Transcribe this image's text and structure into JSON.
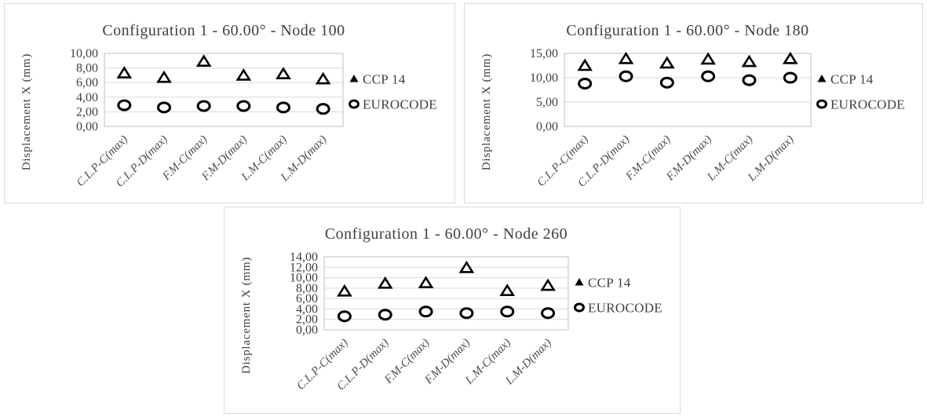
{
  "colors": {
    "marker": "#000000",
    "marker_fill": "#ffffff",
    "text": "#404040",
    "gridline": "#d9d9d9",
    "plot_border": "#bfbfbf",
    "panel_border": "#d9d9d9",
    "background": "#ffffff"
  },
  "chart_data": [
    {
      "type": "scatter",
      "title": "Configuration 1 - 60.00° - Node 100",
      "xlabel": "",
      "ylabel": "Displacement X (mm)",
      "categories": [
        "C.L.P-C(max)",
        "C.L.P-D(max)",
        "F.M-C(max)",
        "F.M-D(max)",
        "L.M-C(max)",
        "L.M-D(max)"
      ],
      "series": [
        {
          "name": "CCP 14",
          "marker": "triangle",
          "values": [
            7.3,
            6.7,
            8.9,
            7.0,
            7.2,
            6.5
          ]
        },
        {
          "name": "EUROCODE",
          "marker": "circle",
          "values": [
            2.9,
            2.6,
            2.8,
            2.8,
            2.6,
            2.4
          ]
        }
      ],
      "ylim": [
        0,
        10
      ],
      "ytick_step": 2,
      "ytick_labels": [
        "0,00",
        "2,00",
        "4,00",
        "6,00",
        "8,00",
        "10,00"
      ],
      "grid": true,
      "legend_position": "right"
    },
    {
      "type": "scatter",
      "title": "Configuration 1 - 60.00° - Node 180",
      "xlabel": "",
      "ylabel": "Displacement X (mm)",
      "categories": [
        "C.L.P-C(max)",
        "C.L.P-D(max)",
        "F.M-C(max)",
        "F.M-D(max)",
        "L.M-C(max)",
        "L.M-D(max)"
      ],
      "series": [
        {
          "name": "CCP 14",
          "marker": "triangle",
          "values": [
            12.5,
            13.9,
            13.0,
            13.8,
            13.3,
            13.9
          ]
        },
        {
          "name": "EUROCODE",
          "marker": "circle",
          "values": [
            8.8,
            10.3,
            9.0,
            10.3,
            9.5,
            10.0
          ]
        }
      ],
      "ylim": [
        0,
        15
      ],
      "ytick_step": 5,
      "ytick_labels": [
        "0,00",
        "5,00",
        "10,00",
        "15,00"
      ],
      "grid": true,
      "legend_position": "right"
    },
    {
      "type": "scatter",
      "title": "Configuration 1 - 60.00° - Node 260",
      "xlabel": "",
      "ylabel": "Displacement X (mm)",
      "categories": [
        "C.L.P-C(max)",
        "C.L.P-D(max)",
        "F.M-C(max)",
        "F.M-D(max)",
        "L.M-C(max)",
        "L.M-D(max)"
      ],
      "series": [
        {
          "name": "CCP 14",
          "marker": "triangle",
          "values": [
            7.4,
            8.9,
            9.0,
            11.9,
            7.5,
            8.5
          ]
        },
        {
          "name": "EUROCODE",
          "marker": "circle",
          "values": [
            2.6,
            2.9,
            3.5,
            3.2,
            3.5,
            3.2
          ]
        }
      ],
      "ylim": [
        0,
        14
      ],
      "ytick_step": 2,
      "ytick_labels": [
        "0,00",
        "2,00",
        "4,00",
        "6,00",
        "8,00",
        "10,00",
        "12,00",
        "14,00"
      ],
      "grid": true,
      "legend_position": "right"
    }
  ]
}
